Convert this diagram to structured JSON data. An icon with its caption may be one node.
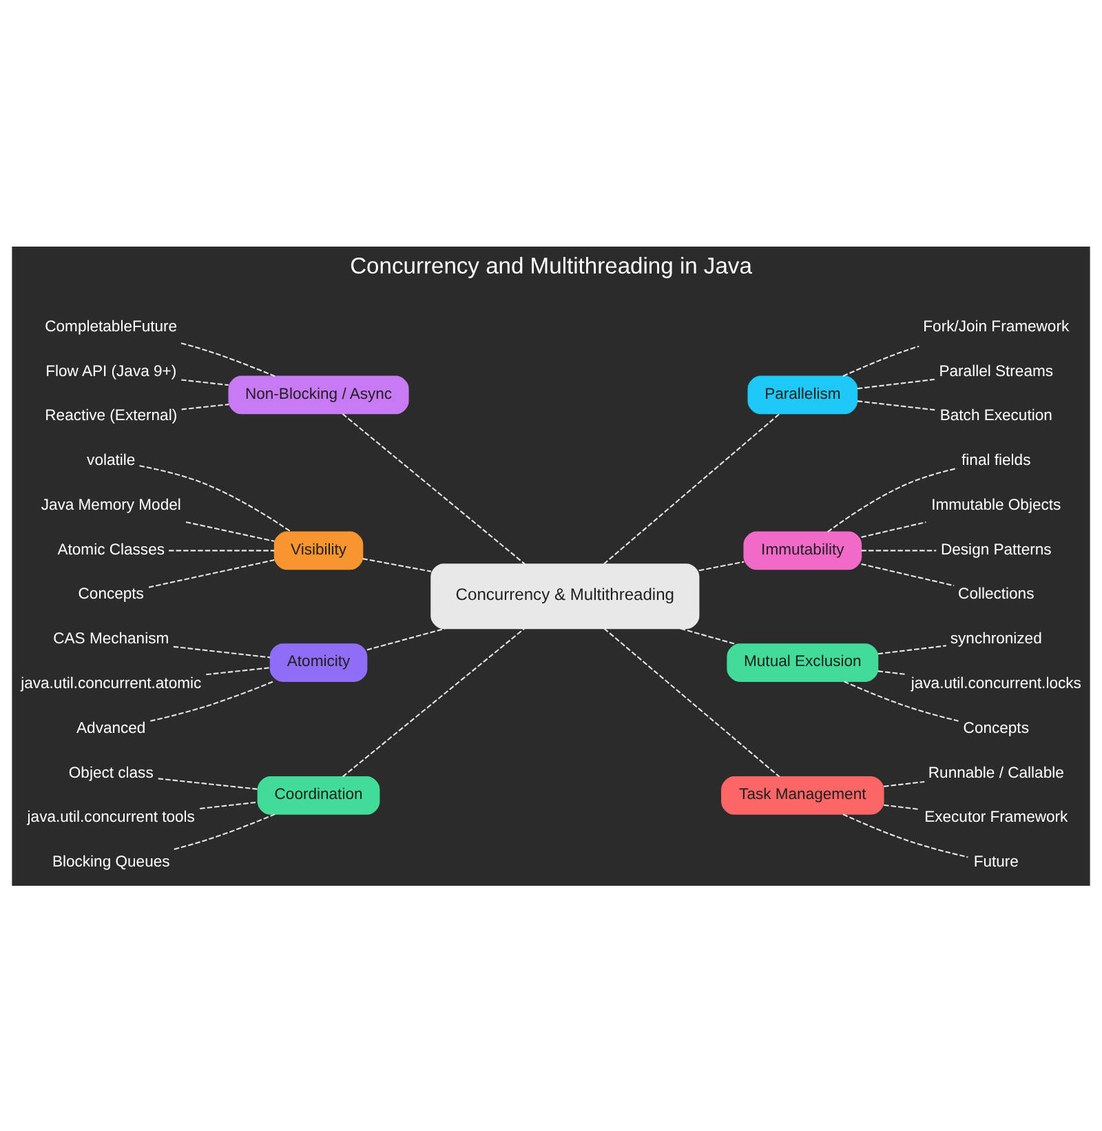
{
  "diagram": {
    "title": "Concurrency and Multithreading in Java",
    "nodes": [
      {
        "text": [
          "Concurrency & Multithreading"
        ]
      },
      {
        "text": [
          "Non-Blocking / Async"
        ]
      },
      {
        "text": [
          "CompletableFuture"
        ]
      },
      {
        "text": [
          "Flow API (Java 9+)"
        ]
      },
      {
        "text": [
          "Reactive (External)"
        ]
      },
      {
        "text": [
          "Parallelism"
        ]
      },
      {
        "text": [
          "Fork/Join Framework"
        ]
      },
      {
        "text": [
          "Parallel Streams"
        ]
      },
      {
        "text": [
          "Batch Execution"
        ]
      },
      {
        "text": [
          "Visibility"
        ]
      },
      {
        "text": [
          "volatile"
        ]
      },
      {
        "text": [
          "Java Memory Model"
        ]
      },
      {
        "text": [
          "Atomic Classes"
        ]
      },
      {
        "text": [
          "Concepts"
        ]
      },
      {
        "text": [
          "Immutability"
        ]
      },
      {
        "text": [
          "final fields"
        ]
      },
      {
        "text": [
          "Immutable Objects"
        ]
      },
      {
        "text": [
          "Design Patterns"
        ]
      },
      {
        "text": [
          "Collections"
        ]
      },
      {
        "text": [
          "Atomicity"
        ]
      },
      {
        "text": [
          "CAS Mechanism"
        ]
      },
      {
        "text": [
          "java.util.concurrent.atomic"
        ]
      },
      {
        "text": [
          "Advanced"
        ]
      },
      {
        "text": [
          "Mutual Exclusion"
        ]
      },
      {
        "text": [
          "synchronized"
        ]
      },
      {
        "text": [
          "java.util.concurrent.locks"
        ]
      },
      {
        "text": [
          "Concepts"
        ]
      },
      {
        "text": [
          "Coordination"
        ]
      },
      {
        "text": [
          "Object class"
        ]
      },
      {
        "text": [
          "java.util.concurrent tools"
        ]
      },
      {
        "text": [
          "Blocking Queues"
        ]
      },
      {
        "text": [
          "Task Management"
        ]
      },
      {
        "text": [
          "Runnable / Callable"
        ]
      },
      {
        "text": [
          "Executor Framework"
        ]
      },
      {
        "text": [
          "Future"
        ]
      }
    ],
    "edges": [
      {
        "from": 0,
        "to": 1,
        "arrow": "none",
        "style": "dashed"
      },
      {
        "from": 1,
        "to": 2,
        "arrow": "none",
        "style": "dashed"
      },
      {
        "from": 1,
        "to": 3,
        "arrow": "none",
        "style": "dashed"
      },
      {
        "from": 1,
        "to": 4,
        "arrow": "none",
        "style": "dashed"
      },
      {
        "from": 0,
        "to": 5,
        "arrow": "none",
        "style": "dashed"
      },
      {
        "from": 5,
        "to": 6,
        "arrow": "none",
        "style": "dashed"
      },
      {
        "from": 5,
        "to": 7,
        "arrow": "none",
        "style": "dashed"
      },
      {
        "from": 5,
        "to": 8,
        "arrow": "none",
        "style": "dashed"
      },
      {
        "from": 0,
        "to": 9,
        "arrow": "none",
        "style": "dashed"
      },
      {
        "from": 9,
        "to": 10,
        "arrow": "none",
        "style": "dashed"
      },
      {
        "from": 9,
        "to": 11,
        "arrow": "none",
        "style": "dashed"
      },
      {
        "from": 9,
        "to": 12,
        "arrow": "none",
        "style": "dashed"
      },
      {
        "from": 9,
        "to": 13,
        "arrow": "none",
        "style": "dashed"
      },
      {
        "from": 0,
        "to": 14,
        "arrow": "none",
        "style": "dashed"
      },
      {
        "from": 14,
        "to": 15,
        "arrow": "none",
        "style": "dashed"
      },
      {
        "from": 14,
        "to": 16,
        "arrow": "none",
        "style": "dashed"
      },
      {
        "from": 14,
        "to": 17,
        "arrow": "none",
        "style": "dashed"
      },
      {
        "from": 14,
        "to": 18,
        "arrow": "none",
        "style": "dashed"
      },
      {
        "from": 0,
        "to": 19,
        "arrow": "none",
        "style": "dashed"
      },
      {
        "from": 19,
        "to": 20,
        "arrow": "none",
        "style": "dashed"
      },
      {
        "from": 19,
        "to": 21,
        "arrow": "none",
        "style": "dashed"
      },
      {
        "from": 19,
        "to": 22,
        "arrow": "none",
        "style": "dashed"
      },
      {
        "from": 0,
        "to": 23,
        "arrow": "none",
        "style": "dashed"
      },
      {
        "from": 23,
        "to": 24,
        "arrow": "none",
        "style": "dashed"
      },
      {
        "from": 23,
        "to": 25,
        "arrow": "none",
        "style": "dashed"
      },
      {
        "from": 23,
        "to": 26,
        "arrow": "none",
        "style": "dashed"
      },
      {
        "from": 0,
        "to": 27,
        "arrow": "none",
        "style": "dashed"
      },
      {
        "from": 27,
        "to": 28,
        "arrow": "none",
        "style": "dashed"
      },
      {
        "from": 27,
        "to": 29,
        "arrow": "none",
        "style": "dashed"
      },
      {
        "from": 27,
        "to": 30,
        "arrow": "none",
        "style": "dashed"
      },
      {
        "from": 0,
        "to": 31,
        "arrow": "none",
        "style": "dashed"
      },
      {
        "from": 31,
        "to": 32,
        "arrow": "none",
        "style": "dashed"
      },
      {
        "from": 31,
        "to": 33,
        "arrow": "none",
        "style": "dashed"
      },
      {
        "from": 31,
        "to": 34,
        "arrow": "none",
        "style": "dashed"
      }
    ]
  }
}
